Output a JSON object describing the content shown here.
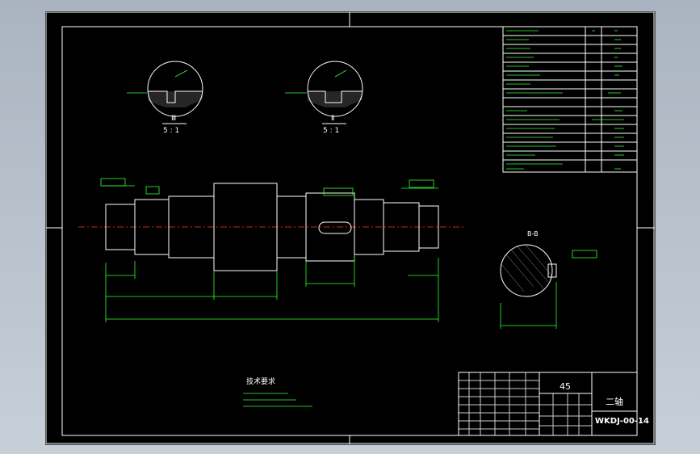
{
  "title_block": {
    "material": "45",
    "part_name": "二轴",
    "drawing_number": "WKDJ-00-14"
  },
  "detail_views": [
    {
      "label": "Ⅲ",
      "scale": "5 : 1"
    },
    {
      "label": "Ⅱ",
      "scale": "5 : 1"
    }
  ],
  "section_label": "B-B",
  "tech_requirements": {
    "heading": "技术要求"
  },
  "colors": {
    "background": "#000000",
    "frame": "#ffffff",
    "dimension": "#33ff33",
    "centerline": "#ff3030"
  }
}
